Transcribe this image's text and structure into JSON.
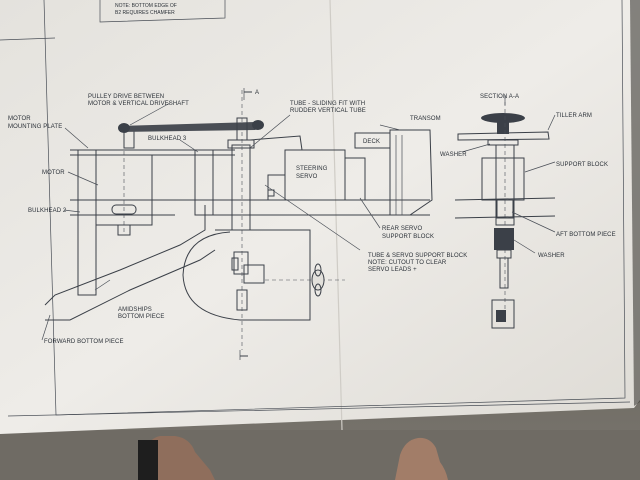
{
  "scene": "photo of an engineering drawing of a model boat steering assembly",
  "labels": {
    "note_top_1": "NOTE: BOTTOM EDGE OF",
    "note_top_2": "B2 REQUIRES CHAMFER",
    "pulley_1": "PULLEY DRIVE BETWEEN",
    "pulley_2": "MOTOR & VERTICAL DRIVESHAFT",
    "section_mark": "A",
    "tube_1": "TUBE - SLIDING FIT WITH",
    "tube_2": "RUDDER VERTICAL TUBE",
    "motor_plate_1": "MOTOR",
    "motor_plate_2": "MOUNTING PLATE",
    "bulkhead3": "BULKHEAD 3",
    "deck": "DECK",
    "transom": "TRANSOM",
    "motor": "MOTOR",
    "steering_1": "STEERING",
    "steering_2": "SERVO",
    "bulkhead2": "BULKHEAD 2",
    "rear_servo_1": "REAR SERVO",
    "rear_servo_2": "SUPPORT BLOCK",
    "tube_servo_1": "TUBE & SERVO SUPPORT BLOCK",
    "tube_servo_2": "NOTE: CUTOUT TO CLEAR",
    "tube_servo_3": "SERVO LEADS +",
    "amidships_1": "AMIDSHIPS",
    "amidships_2": "BOTTOM PIECE",
    "forward_bottom": "FORWARD BOTTOM PIECE",
    "section_aa": "SECTION A-A",
    "tiller_arm": "TILLER ARM",
    "washer_upper": "WASHER",
    "support_block": "SUPPORT BLOCK",
    "aft_bottom": "AFT BOTTOM PIECE",
    "washer_lower": "WASHER"
  },
  "colors": {
    "paper": "#eae8e3",
    "ink": "#3b4048",
    "floor": "#6e6a63",
    "skin": "#a27d68"
  }
}
